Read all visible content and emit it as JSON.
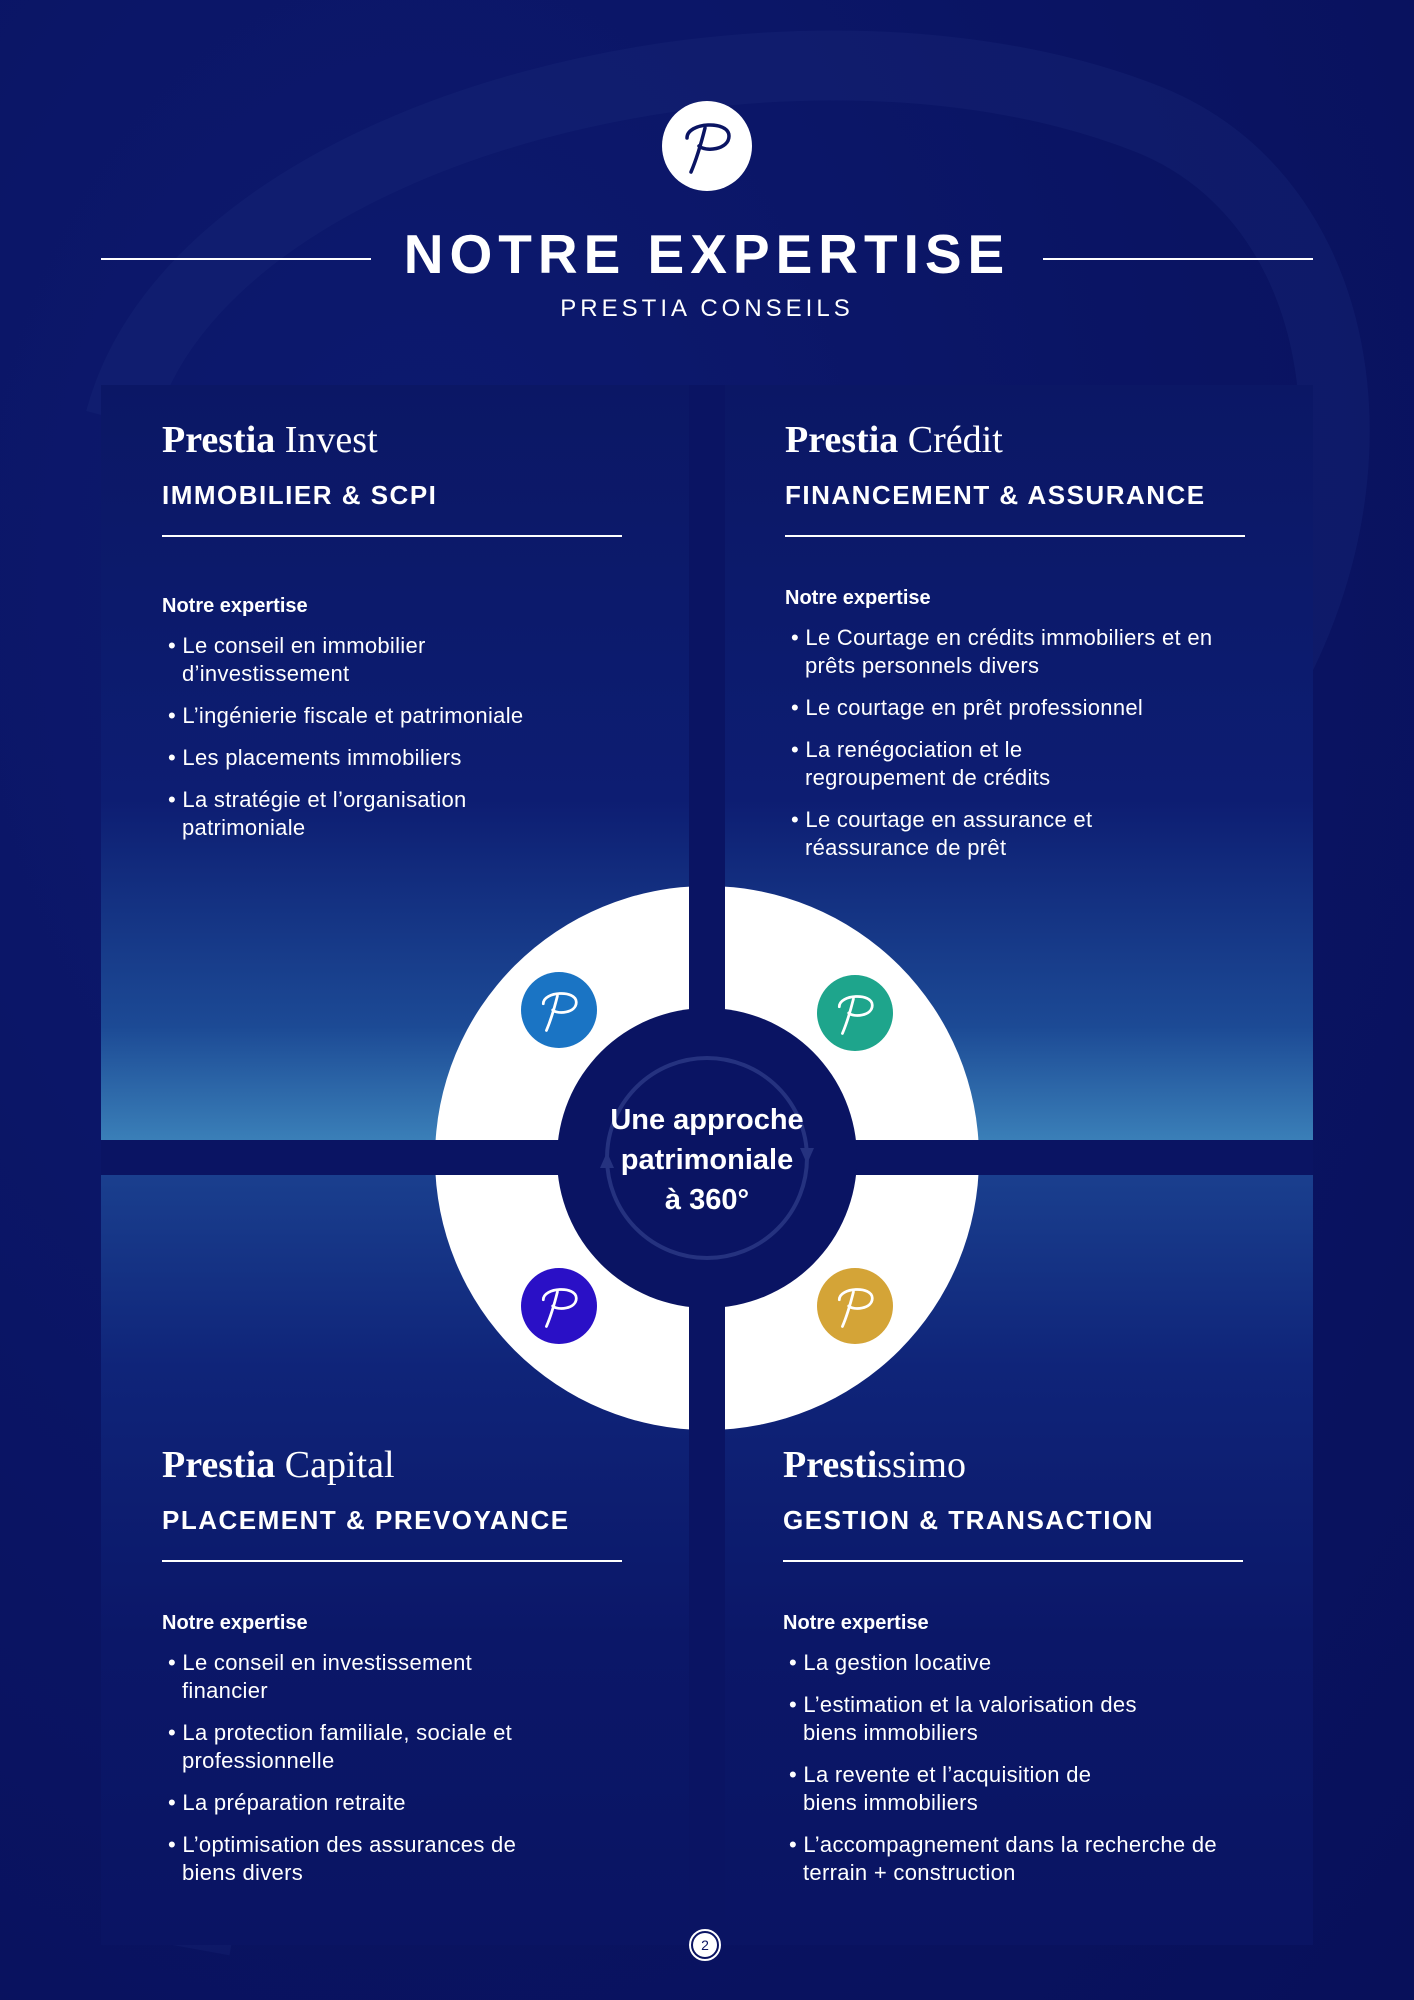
{
  "header": {
    "title": "NOTRE EXPERTISE",
    "subtitle": "PRESTIA CONSEILS"
  },
  "sections": [
    {
      "brand_bold": "Prestia",
      "brand_light": " Invest",
      "subtitle": "IMMOBILIER & SCPI",
      "label": "Notre expertise",
      "items": [
        "Le conseil en immobilier d’investissement",
        "L’ingénierie fiscale et patrimoniale",
        "Les placements immobiliers",
        "La stratégie et l’organisation patrimoniale"
      ]
    },
    {
      "brand_bold": "Prestia",
      "brand_light": " Crédit",
      "subtitle": "FINANCEMENT & ASSURANCE",
      "label": "Notre expertise",
      "items": [
        "Le Courtage en crédits immobiliers et en prêts personnels divers",
        "Le courtage en prêt professionnel",
        "La renégociation et le regroupement de crédits",
        "Le courtage en assurance et réassurance de prêt"
      ]
    },
    {
      "brand_bold": "Prestia",
      "brand_light": " Capital",
      "subtitle": "PLACEMENT & PREVOYANCE",
      "label": "Notre expertise",
      "items": [
        "Le conseil en investissement financier",
        "La protection familiale, sociale et professionnelle",
        "La préparation retraite",
        "L’optimisation des assurances de biens divers"
      ]
    },
    {
      "brand_bold": "Presti",
      "brand_light": "ssimo",
      "subtitle": "GESTION & TRANSACTION",
      "label": "Notre expertise",
      "items": [
        "La gestion locative",
        "L’estimation et la valorisation des biens immobiliers",
        "La revente et l’acquisition de biens immobiliers",
        "L’accompagnement dans la recherche de terrain + construction"
      ]
    }
  ],
  "center": {
    "line1": "Une approche",
    "line2": "patrimoniale",
    "line3": "à 360°"
  },
  "icons": {
    "logo": "prestia-p-logo-icon",
    "invest": "prestia-invest-icon",
    "credit": "prestia-credit-icon",
    "capital": "prestia-capital-icon",
    "prestissimo": "prestissimo-icon"
  },
  "colors": {
    "background": "#0a1463",
    "invest": "#1a74c4",
    "credit": "#1ea58c",
    "capital": "#2a10c6",
    "prestissimo": "#d4a437"
  },
  "page_number": "2"
}
